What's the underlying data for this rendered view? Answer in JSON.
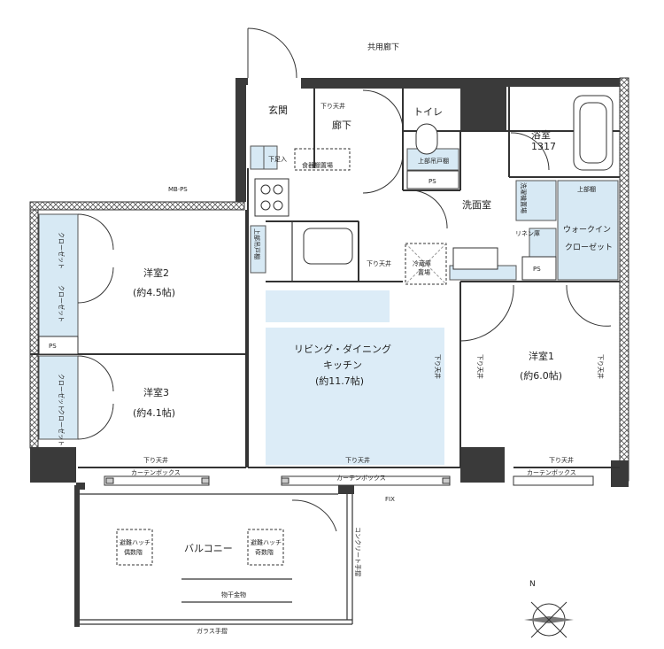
{
  "labels": {
    "corridor_common": "共用廊下",
    "entrance": "玄関",
    "hallway": "廊下",
    "ceiling_down": "下り天井",
    "toilet": "トイレ",
    "upper_cabinet": "上部吊戸棚",
    "bath": "浴室",
    "bath_size": "1317",
    "shoe_box": "下足入",
    "dish_rack": "食器棚置場",
    "ps": "PS",
    "mbps": "MB·PS",
    "washroom": "洗面室",
    "laundry_upper": "洗濯機置場",
    "linen": "リネン庫",
    "upper_shelf": "上部棚",
    "walkin_1": "ウォークイン",
    "walkin_2": "クローゼット",
    "fridge_1": "冷蔵庫",
    "fridge_2": "置場",
    "room2_name": "洋室2",
    "room2_size": "(約4.5帖)",
    "room3_name": "洋室3",
    "room3_size": "(約4.1帖)",
    "room1_name": "洋室1",
    "room1_size": "(約6.0帖)",
    "ldk_1": "リビング・ダイニング",
    "ldk_2": "キッチン",
    "ldk_3": "(約11.7帖)",
    "closet": "クローゼット",
    "curtain_box": "カーテンボックス",
    "fix": "FIX",
    "balcony": "バルコニー",
    "hatch_1": "避難ハッチ",
    "hatch_even": "偶数階",
    "hatch_odd": "奇数階",
    "laundry_pole": "物干金物",
    "concrete_rail": "コンクリート手摺",
    "glass_rail": "ガラス手摺",
    "north": "N",
    "upper_hang": "上部吊戸棚"
  },
  "colors": {
    "wall": "#3a3a3a",
    "storage_fill": "#d7e9f4",
    "ldk_fill": "#dcecf7",
    "hatch_wall": "#9a9a9a"
  }
}
